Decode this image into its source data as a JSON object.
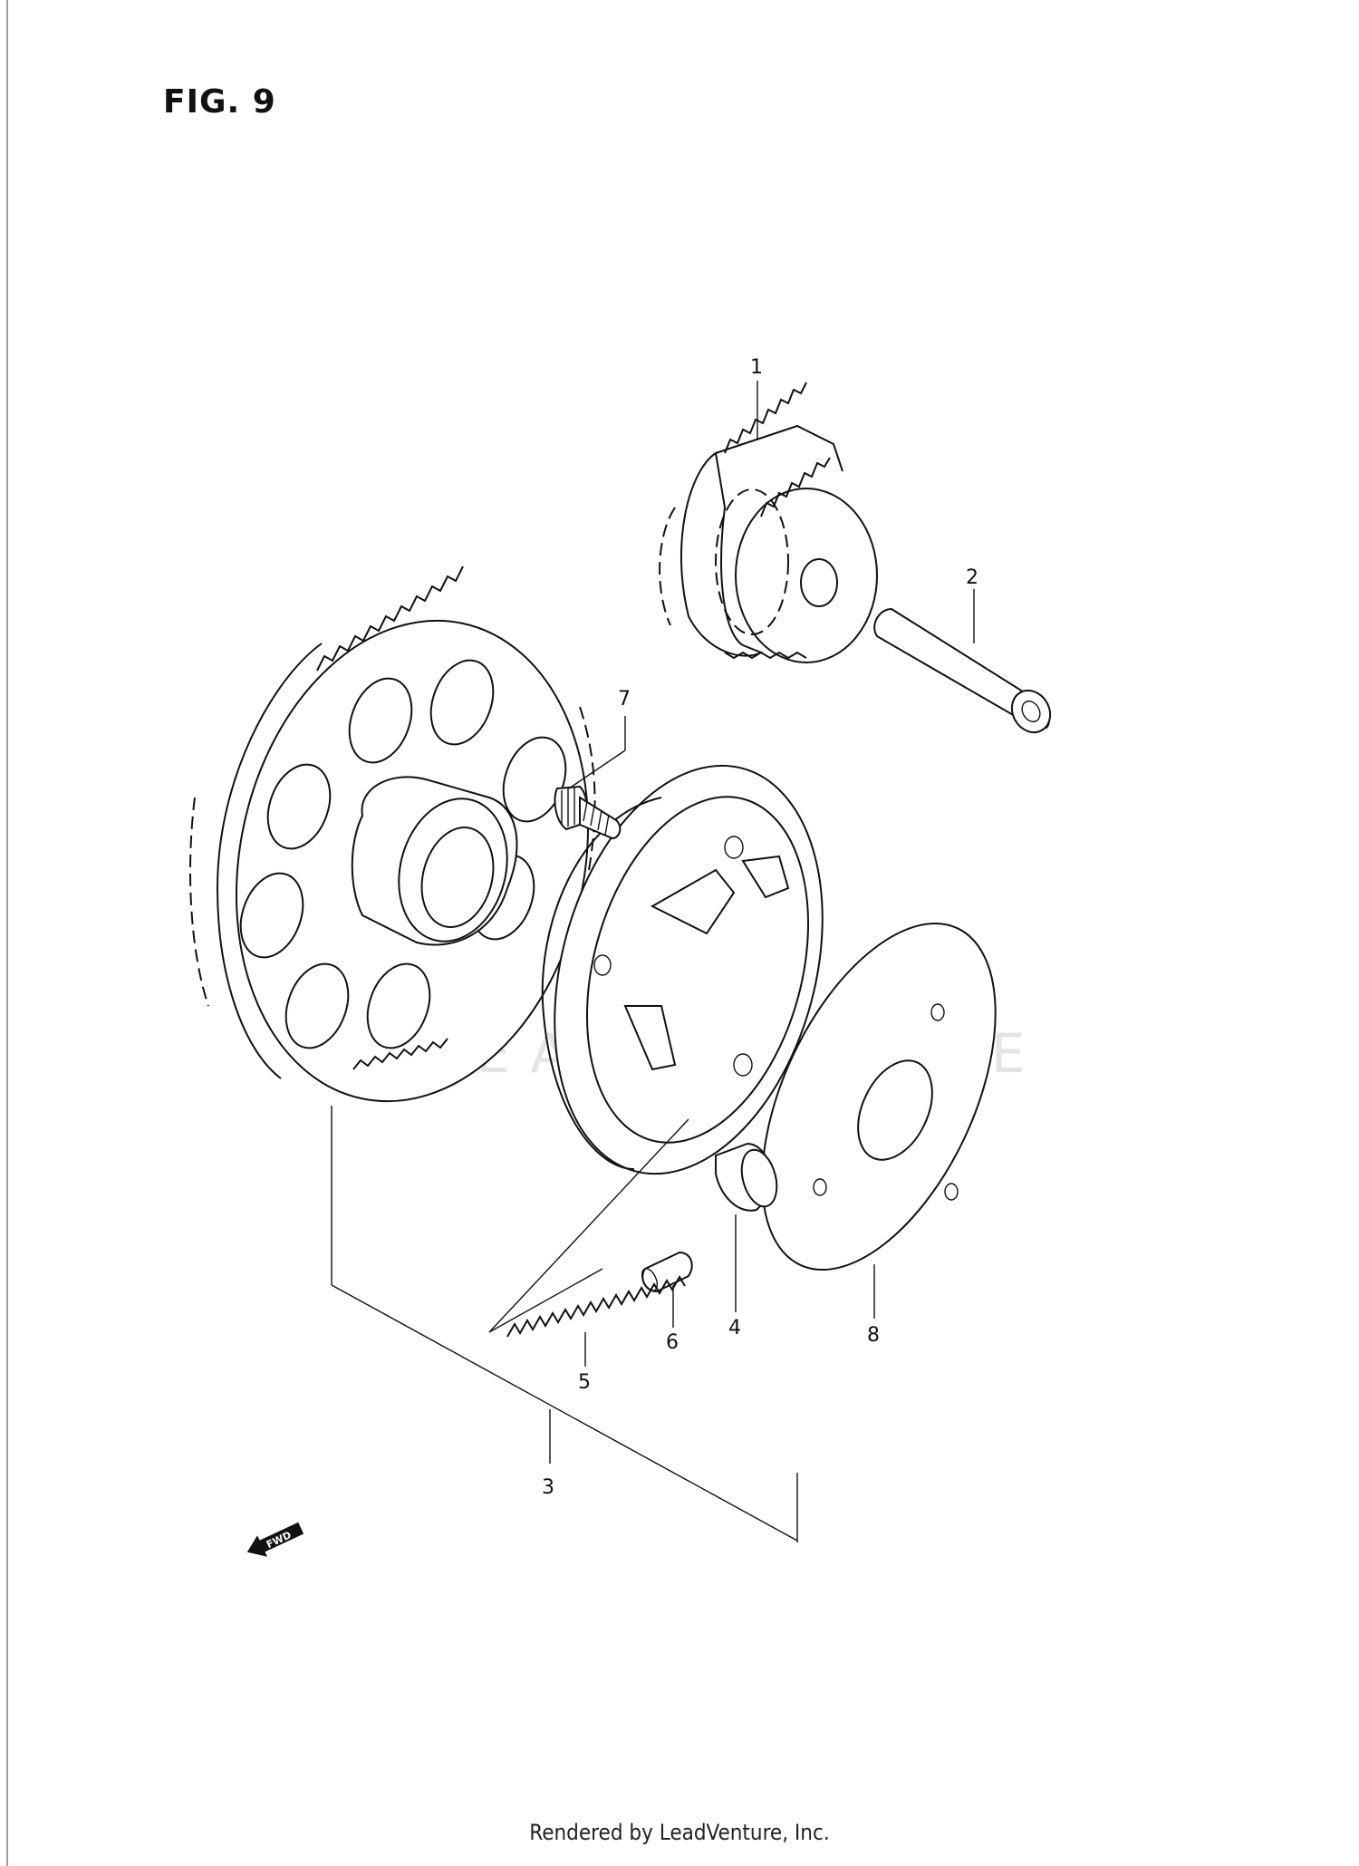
{
  "figure": {
    "title": "FIG. 9"
  },
  "watermark": {
    "text": "LEADVENTURE"
  },
  "fwd_label": "FWD",
  "callouts": [
    {
      "id": "1",
      "label": "1"
    },
    {
      "id": "2",
      "label": "2"
    },
    {
      "id": "3",
      "label": "3"
    },
    {
      "id": "4",
      "label": "4"
    },
    {
      "id": "5",
      "label": "5"
    },
    {
      "id": "6",
      "label": "6"
    },
    {
      "id": "7",
      "label": "7"
    },
    {
      "id": "8",
      "label": "8"
    }
  ],
  "footer": {
    "text": "Rendered by LeadVenture, Inc."
  }
}
